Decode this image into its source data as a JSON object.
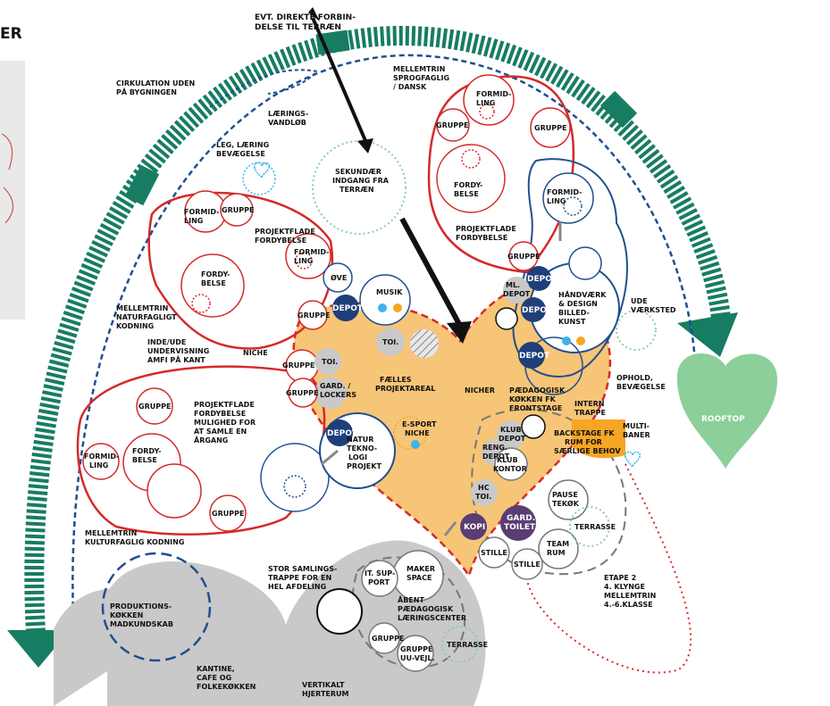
{
  "page_heading": "ER",
  "labels": {
    "direct_connection": [
      "EVT. DIREKTE FORBIN-",
      "DELSE TIL TERRÆN"
    ],
    "circulation": [
      "CIRKULATION UDEN",
      "PÅ BYGNINGEN"
    ],
    "mellemtrin_sprog": [
      "MELLEMTRIN",
      "SPROGFAGLIG",
      "/ DANSK"
    ],
    "laerings_vandlob": [
      "LÆRINGS-",
      "VANDLØB"
    ],
    "leg_laering": [
      "LEG, LÆRING",
      "BEVÆGELSE"
    ],
    "sekundaer": [
      "SEKUNDÆR",
      "INDGANG FRA",
      "TERRÆN"
    ],
    "projektflade_fordy_right": [
      "PROJEKTFLADE",
      "FORDYBELSE"
    ],
    "projektflade_fordy_left": [
      "PROJEKTFLADE",
      "FORDYBELSE"
    ],
    "mellemtrin_natur": [
      "MELLEMTRIN",
      "NATURFAGLIGT",
      "KODNING"
    ],
    "inde_ude": [
      "INDE/UDE",
      "UNDERVISNING",
      "AMFI PÅ KANT"
    ],
    "niche": "NICHE",
    "projektflade_samle": [
      "PROJEKTFLADE",
      "FORDYBELSE",
      "MULIGHED FOR",
      "AT SAMLE EN",
      "ÅRGANG"
    ],
    "mellemtrin_kultur": [
      "MELLEMTRIN",
      "KULTURFAGLIG KODNING"
    ],
    "faelles": [
      "FÆLLES",
      "PROJEKTAREAL"
    ],
    "nicher": "NICHER",
    "paedagogisk": [
      "PÆDAGOGISK",
      "KØKKEN FK",
      "FRONTSTAGE"
    ],
    "intern_trappe": [
      "INTERN",
      "TRAPPE"
    ],
    "backstage": [
      "BACKSTAGE FK",
      "RUM FOR",
      "SÆRLIGE BEHOV"
    ],
    "ophold": [
      "OPHOLD,",
      "BEVÆGELSE"
    ],
    "multibaner": [
      "MULTI-",
      "BANER"
    ],
    "ude_vaerksted": [
      "UDE",
      "VÆRKSTED"
    ],
    "rooftop": "ROOFTOP",
    "etape": [
      "ETAPE  2",
      "4. KLYNGE",
      "MELLEMTRIN",
      "4.-6.KLASSE"
    ],
    "stor_samling": [
      "STOR SAMLINGS-",
      "TRAPPE FOR EN",
      "HEL AFDELING"
    ],
    "produktion": [
      "PRODUKTIONS-",
      "KØKKEN",
      "MADKUNDSKAB"
    ],
    "kantine": [
      "KANTINE,",
      "CAFE OG",
      "FOLKEKØKKEN"
    ],
    "vertikalt": [
      "VERTIKALT",
      "HJERTERUM"
    ],
    "maker": [
      "MAKER",
      "SPACE"
    ],
    "it_support": [
      "IT. SUP-",
      "PORT"
    ],
    "abent": [
      "ÅBENT",
      "PÆDAGOGISK",
      "LÆRINGSCENTER"
    ],
    "gruppe_uu": [
      "GRUPPE",
      "UU-VEJL."
    ],
    "terrasse": "TERRASSE",
    "natur_tekno": [
      "NATUR",
      "TEKNO-",
      "LOGI",
      "PROJEKT"
    ],
    "esport": [
      "E-SPORT",
      "NICHE"
    ],
    "haandvaerk": [
      "HÅNDVÆRK",
      "& DESIGN",
      "BILLED-",
      "KUNST"
    ],
    "musik": "MUSIK",
    "ove": "ØVE",
    "toi": "TOI.",
    "gard_lockers": [
      "GARD. /",
      "LOCKERS"
    ],
    "gruppe": "GRUPPE",
    "formidling": [
      "FORMID-",
      "LING"
    ],
    "fordybelse": [
      "FORDY-",
      "BELSE"
    ],
    "depot": "DEPOT",
    "ml_depot": [
      "ML.",
      "DEPOT"
    ],
    "klub_depot": [
      "KLUB",
      "DEPOT"
    ],
    "reng": "RENG.",
    "klub_kontor": [
      "KLUB",
      "KONTOR"
    ],
    "hc_toi": [
      "HC",
      "TOI."
    ],
    "kopi": "KOPI",
    "gard_toilet": [
      "GARD.",
      "TOILET"
    ],
    "stille": "STILLE",
    "pause_tekok": [
      "PAUSE",
      "TEKØK"
    ],
    "team_rum": [
      "TEAM",
      "RUM"
    ]
  },
  "colors": {
    "green": "#177d62",
    "red": "#d42a2a",
    "blue": "#1f4f8f",
    "orange": "#f7c577",
    "grey": "#c9c9c9",
    "navy": "#1f3f7a",
    "purple": "#5a3d72",
    "rooftop": "#8ccf9a"
  }
}
